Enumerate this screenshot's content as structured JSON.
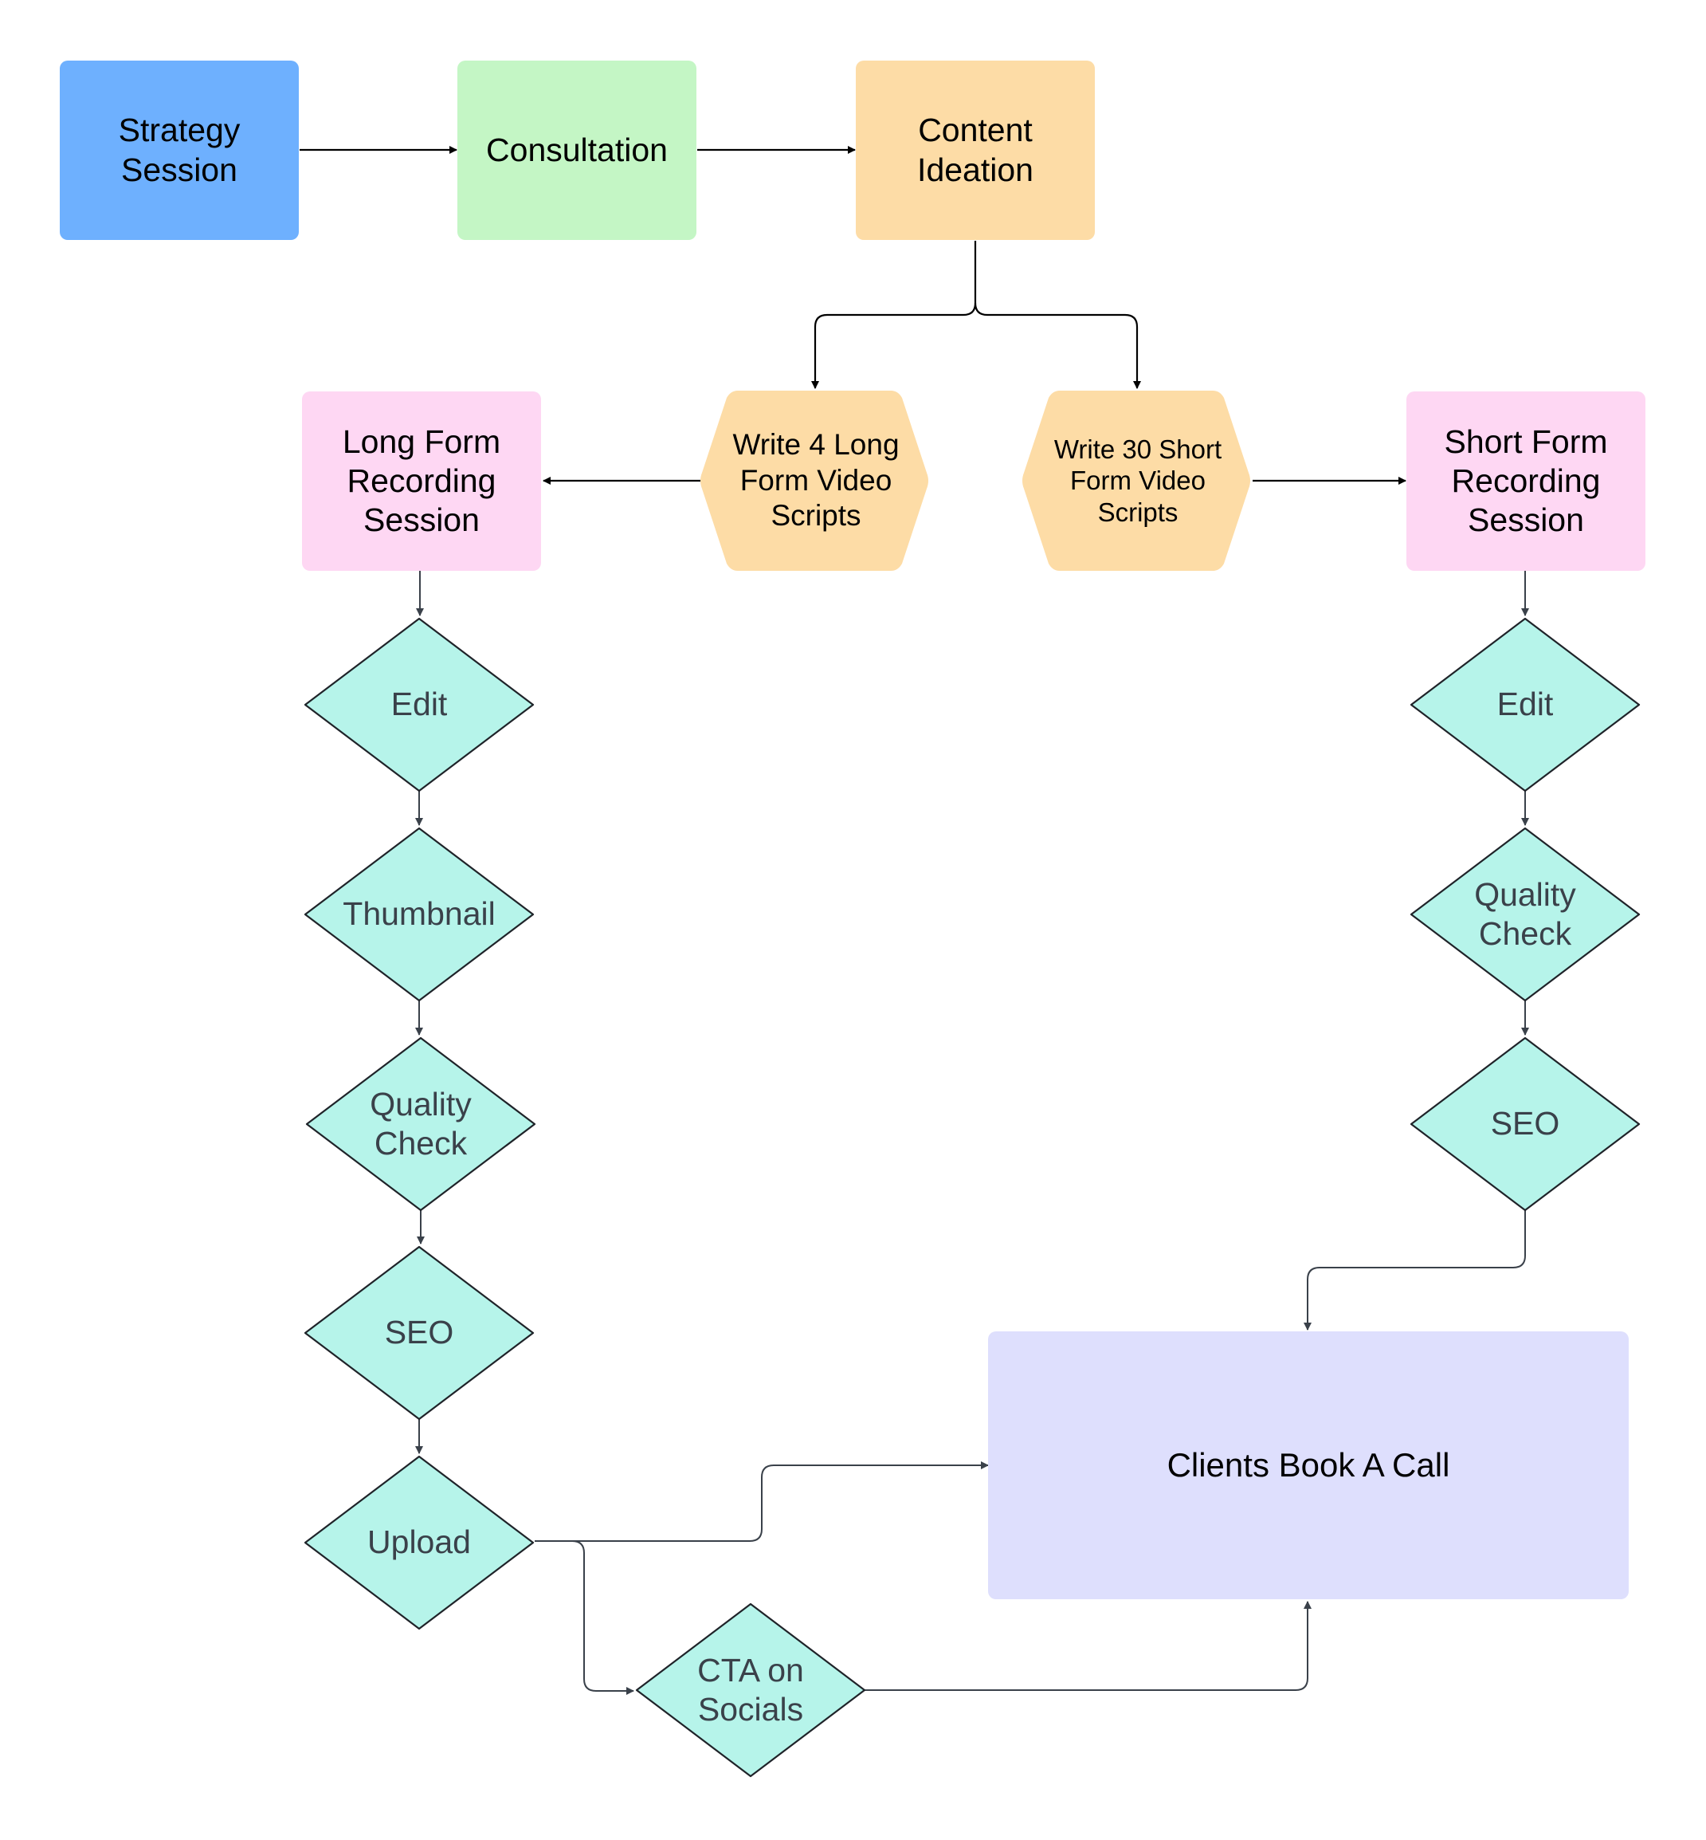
{
  "nodes": {
    "strategy_session": {
      "label": "Strategy\nSession",
      "color": "#6eb0fe"
    },
    "consultation": {
      "label": "Consultation",
      "color": "#c4f6c5"
    },
    "content_ideation": {
      "label": "Content\nIdeation",
      "color": "#fddca6"
    },
    "write_long": {
      "label": "Write 4 Long\nForm Video\nScripts",
      "color": "#fddca6"
    },
    "write_short": {
      "label": "Write 30 Short\nForm Video\nScripts",
      "color": "#fddca6"
    },
    "long_form_recording": {
      "label": "Long Form\nRecording\nSession",
      "color": "#fed7f3"
    },
    "short_form_recording": {
      "label": "Short Form\nRecording\nSession",
      "color": "#fed7f3"
    },
    "long_edit": {
      "label": "Edit",
      "color": "#b6f4ea"
    },
    "long_thumbnail": {
      "label": "Thumbnail",
      "color": "#b6f4ea"
    },
    "long_quality_check": {
      "label": "Quality\nCheck",
      "color": "#b6f4ea"
    },
    "long_seo": {
      "label": "SEO",
      "color": "#b6f4ea"
    },
    "long_upload": {
      "label": "Upload",
      "color": "#b6f4ea"
    },
    "cta_on_socials": {
      "label": "CTA on\nSocials",
      "color": "#b6f4ea"
    },
    "short_edit": {
      "label": "Edit",
      "color": "#b6f4ea"
    },
    "short_quality_check": {
      "label": "Quality\nCheck",
      "color": "#b6f4ea"
    },
    "short_seo": {
      "label": "SEO",
      "color": "#b6f4ea"
    },
    "clients_book_call": {
      "label": "Clients Book A Call",
      "color": "#dedffd"
    }
  },
  "connectors": [
    {
      "from": "strategy_session",
      "to": "consultation"
    },
    {
      "from": "consultation",
      "to": "content_ideation"
    },
    {
      "from": "content_ideation",
      "to": "write_long"
    },
    {
      "from": "content_ideation",
      "to": "write_short"
    },
    {
      "from": "write_long",
      "to": "long_form_recording"
    },
    {
      "from": "write_short",
      "to": "short_form_recording"
    },
    {
      "from": "long_form_recording",
      "to": "long_edit"
    },
    {
      "from": "long_edit",
      "to": "long_thumbnail"
    },
    {
      "from": "long_thumbnail",
      "to": "long_quality_check"
    },
    {
      "from": "long_quality_check",
      "to": "long_seo"
    },
    {
      "from": "long_seo",
      "to": "long_upload"
    },
    {
      "from": "long_upload",
      "to": "clients_book_call"
    },
    {
      "from": "long_upload",
      "to": "cta_on_socials"
    },
    {
      "from": "cta_on_socials",
      "to": "clients_book_call"
    },
    {
      "from": "short_form_recording",
      "to": "short_edit"
    },
    {
      "from": "short_edit",
      "to": "short_quality_check"
    },
    {
      "from": "short_quality_check",
      "to": "short_seo"
    },
    {
      "from": "short_seo",
      "to": "clients_book_call"
    }
  ],
  "colors": {
    "connector_main": "#000000",
    "connector_secondary": "#3a414a",
    "diamond_border": "#1f2329"
  }
}
